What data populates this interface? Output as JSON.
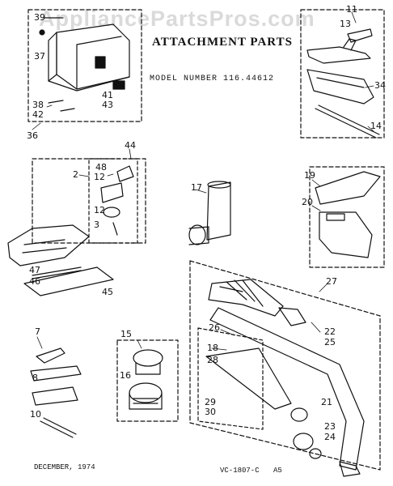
{
  "watermark": "AppliancePartsPros.com",
  "header": {
    "title": "ATTACHMENT PARTS",
    "model": "MODEL NUMBER 116.44612"
  },
  "footer": {
    "date": "DECEMBER, 1974",
    "code": "VC-1807-C",
    "page": "A5"
  },
  "callouts": {
    "c39": "39",
    "c37": "37",
    "c38": "38",
    "c42": "42",
    "c41": "41",
    "c43": "43",
    "c36": "36",
    "c11": "11",
    "c13": "13",
    "c34": "34",
    "c14": "14",
    "c44": "44",
    "c48": "48",
    "c2": "2",
    "c12a": "12",
    "c12b": "12",
    "c3": "3",
    "c47": "47",
    "c46": "46",
    "c45": "45",
    "c17": "17",
    "c19": "19",
    "c20": "20",
    "c27": "27",
    "c22": "22",
    "c26": "26",
    "c25": "25",
    "c18": "18",
    "c28": "28",
    "c29": "29",
    "c30": "30",
    "c21": "21",
    "c23": "23",
    "c24": "24",
    "c7": "7",
    "c8": "8",
    "c10": "10",
    "c15": "15",
    "c16": "16"
  }
}
